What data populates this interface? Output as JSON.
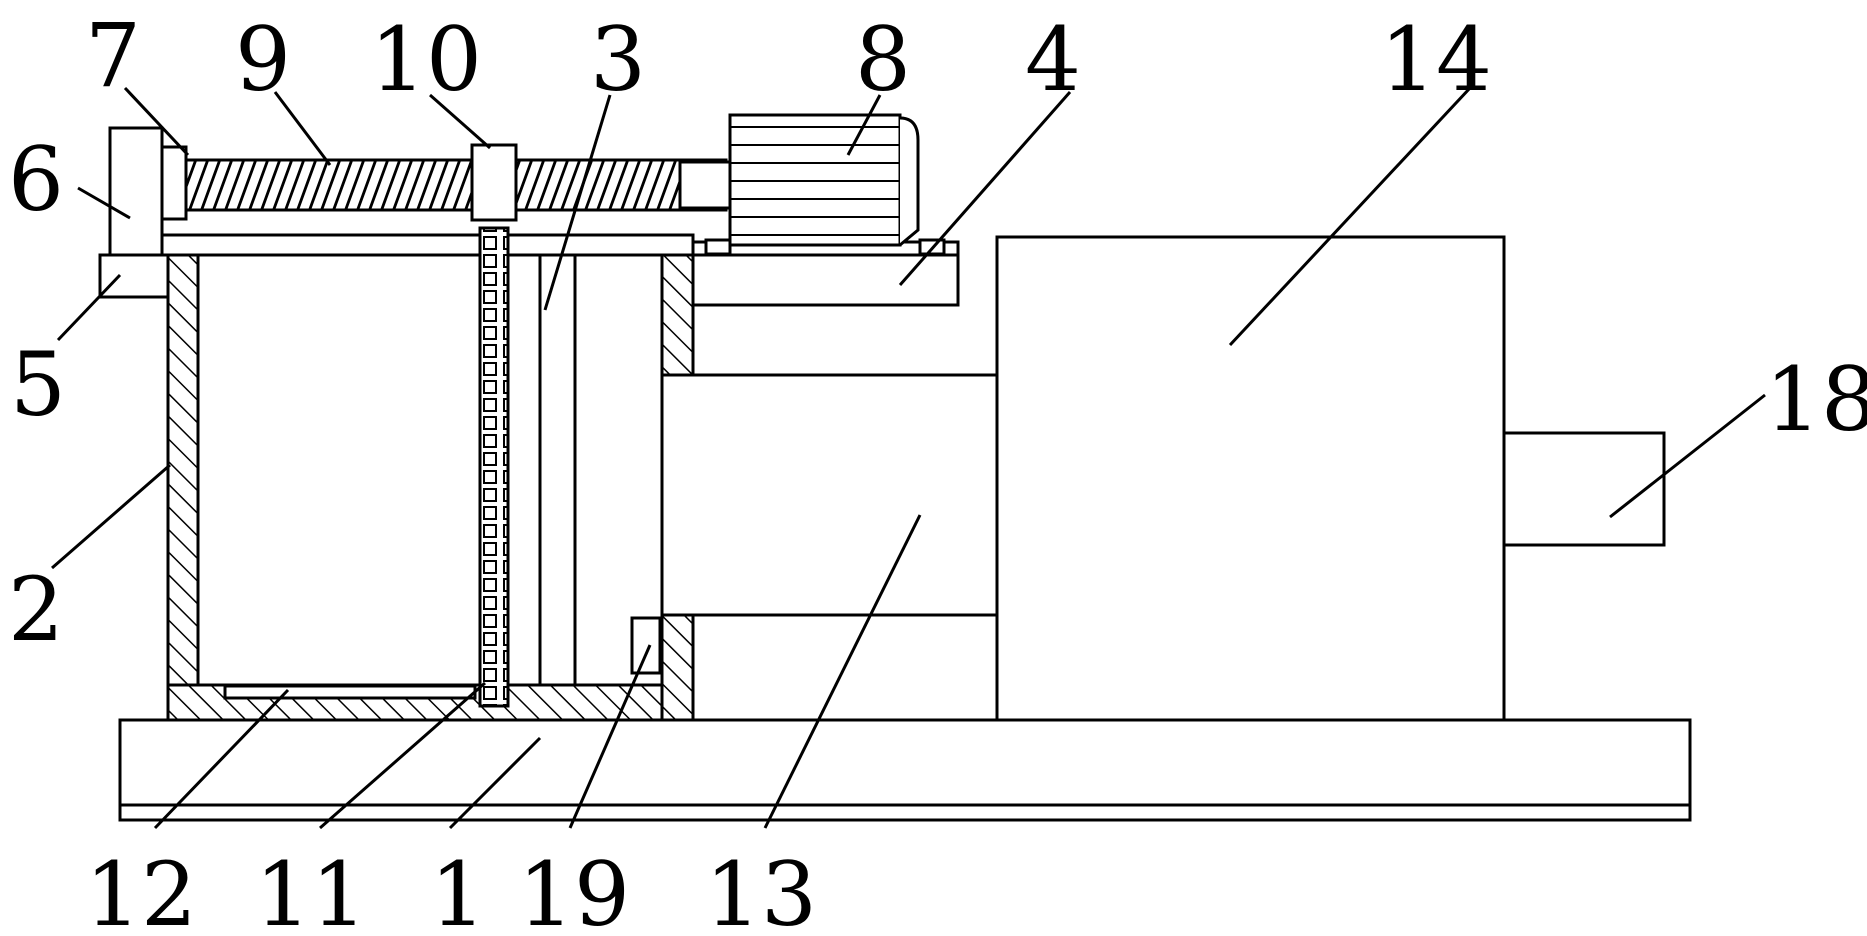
{
  "labels": {
    "l1": "1",
    "l2": "2",
    "l3": "3",
    "l4": "4",
    "l5": "5",
    "l6": "6",
    "l7": "7",
    "l8": "8",
    "l9": "9",
    "l10": "10",
    "l11": "11",
    "l12": "12",
    "l13": "13",
    "l14": "14",
    "l18": "18",
    "l19": "19"
  }
}
